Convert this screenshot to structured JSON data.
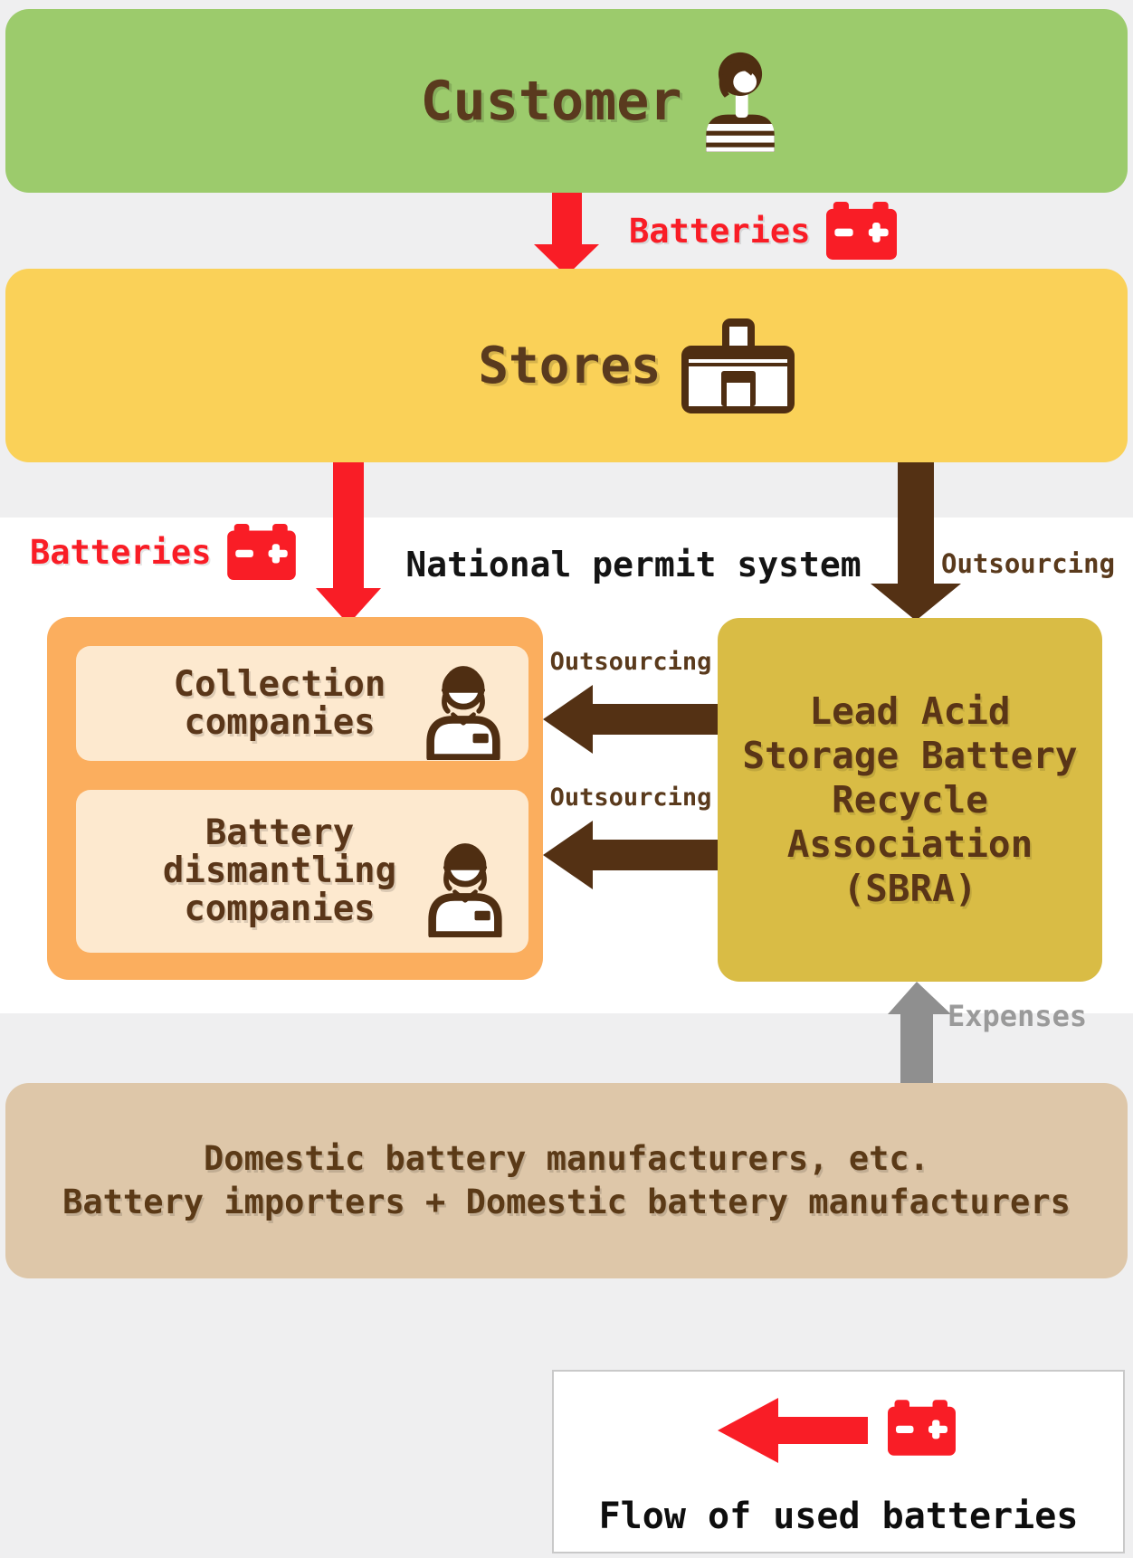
{
  "colors": {
    "page_background": "#EFEFF0",
    "white_band": "#FFFFFF",
    "customer_green": "#9CCB6C",
    "stores_yellow": "#FAD158",
    "collection_orange": "#FBAE5E",
    "inner_peach": "#FDE9CF",
    "sbra_gold": "#D9BC45",
    "manufacturers_tan": "#DEC7A9",
    "arrow_red": "#F91D26",
    "arrow_brown": "#543114",
    "arrow_gray": "#8F8F8F",
    "text_dark_brown": "#5A3619",
    "text_black": "#141414",
    "text_gray": "#9A9A9A"
  },
  "nodes": {
    "customer": {
      "label": "Customer"
    },
    "stores": {
      "label": "Stores"
    },
    "collection": {
      "lines": [
        "Collection",
        "companies"
      ]
    },
    "dismantling": {
      "lines": [
        "Battery",
        "dismantling",
        "companies"
      ]
    },
    "sbra": {
      "lines": [
        "Lead Acid",
        "Storage Battery",
        "Recycle",
        "Association",
        "(SBRA)"
      ]
    },
    "manufacturers": {
      "lines": [
        "Domestic battery manufacturers, etc.",
        "Battery importers + Domestic battery manufacturers"
      ]
    }
  },
  "labels": {
    "batteries_top": "Batteries",
    "batteries_left": "Batteries",
    "national_permit": "National permit system",
    "outsourcing_stores": "Outsourcing",
    "outsourcing_collection": "Outsourcing",
    "outsourcing_dismantling": "Outsourcing",
    "expenses": "Expenses"
  },
  "legend": {
    "label": "Flow of used batteries"
  },
  "icons": {
    "customer": "person-icon",
    "stores": "storefront-icon",
    "collection": "worker-icon",
    "dismantling": "worker-icon",
    "battery": "battery-icon"
  }
}
